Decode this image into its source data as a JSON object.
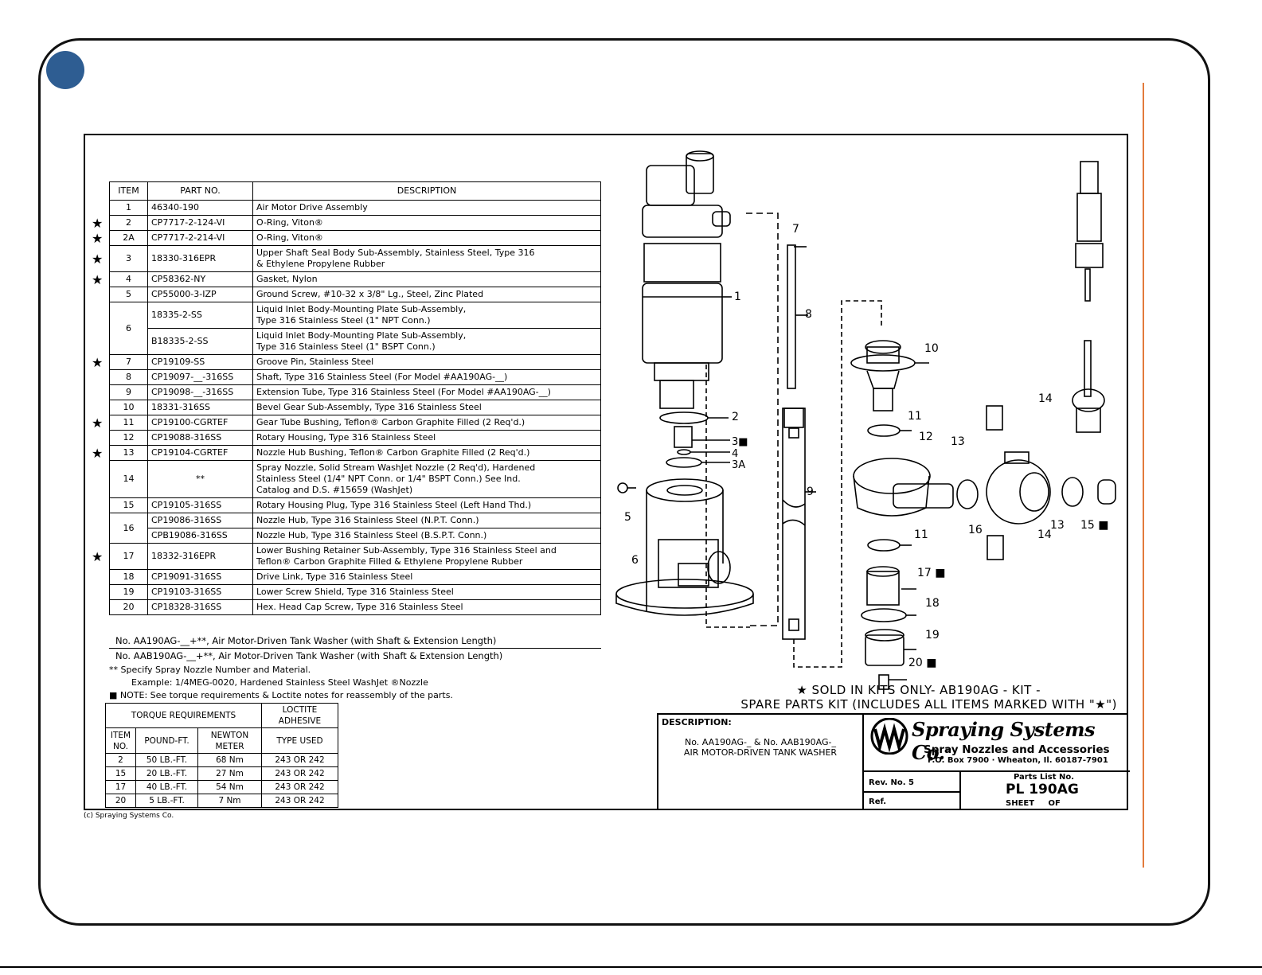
{
  "parts_list": {
    "headers": {
      "item": "ITEM",
      "part_no": "PART NO.",
      "description": "DESCRIPTION"
    },
    "rows": [
      {
        "item": "1",
        "part_no": "46340-190",
        "desc": "Air Motor Drive Assembly",
        "star": false
      },
      {
        "item": "2",
        "part_no": "CP7717-2-124-VI",
        "desc": "O-Ring, Viton®",
        "star": true
      },
      {
        "item": "2A",
        "part_no": "CP7717-2-214-VI",
        "desc": "O-Ring, Viton®",
        "star": true
      },
      {
        "item": "3",
        "part_no": "18330-316EPR",
        "desc": "Upper Shaft Seal Body Sub-Assembly, Stainless Steel, Type 316\n& Ethylene Propylene Rubber",
        "star": true
      },
      {
        "item": "4",
        "part_no": "CP58362-NY",
        "desc": "Gasket, Nylon",
        "star": true
      },
      {
        "item": "5",
        "part_no": "CP55000-3-IZP",
        "desc": "Ground Screw, #10-32 x 3/8\" Lg., Steel, Zinc Plated",
        "star": false
      },
      {
        "item": "6",
        "part_no": "18335-2-SS",
        "desc": "Liquid Inlet Body-Mounting Plate Sub-Assembly,\nType 316 Stainless Steel (1\" NPT Conn.)",
        "star": false
      },
      {
        "item": "",
        "part_no": "B18335-2-SS",
        "desc": "Liquid Inlet Body-Mounting Plate Sub-Assembly,\nType 316 Stainless Steel (1\" BSPT Conn.)",
        "star": false
      },
      {
        "item": "7",
        "part_no": "CP19109-SS",
        "desc": "Groove Pin, Stainless Steel",
        "star": true
      },
      {
        "item": "8",
        "part_no": "CP19097-__-316SS",
        "desc": "Shaft, Type 316 Stainless Steel (For Model #AA190AG-__)",
        "star": false
      },
      {
        "item": "9",
        "part_no": "CP19098-__-316SS",
        "desc": "Extension Tube, Type 316 Stainless Steel (For Model #AA190AG-__)",
        "star": false
      },
      {
        "item": "10",
        "part_no": "18331-316SS",
        "desc": "Bevel Gear Sub-Assembly, Type 316 Stainless Steel",
        "star": false
      },
      {
        "item": "11",
        "part_no": "CP19100-CGRTEF",
        "desc": "Gear Tube Bushing, Teflon® Carbon Graphite Filled (2 Req'd.)",
        "star": true
      },
      {
        "item": "12",
        "part_no": "CP19088-316SS",
        "desc": "Rotary Housing, Type 316 Stainless Steel",
        "star": false
      },
      {
        "item": "13",
        "part_no": "CP19104-CGRTEF",
        "desc": "Nozzle Hub Bushing, Teflon® Carbon Graphite Filled (2 Req'd.)",
        "star": true
      },
      {
        "item": "14",
        "part_no": "**",
        "desc": "Spray Nozzle, Solid Stream WashJet Nozzle (2 Req'd), Hardened\nStainless Steel (1/4\" NPT Conn. or 1/4\" BSPT Conn.) See Ind.\nCatalog and D.S. #15659 (WashJet)",
        "star": false
      },
      {
        "item": "15",
        "part_no": "CP19105-316SS",
        "desc": "Rotary Housing Plug, Type 316 Stainless Steel (Left Hand Thd.)",
        "star": false
      },
      {
        "item": "16",
        "part_no": "CP19086-316SS",
        "desc": "Nozzle Hub, Type 316 Stainless Steel (N.P.T. Conn.)",
        "star": false
      },
      {
        "item": "",
        "part_no": "CPB19086-316SS",
        "desc": "Nozzle Hub, Type 316 Stainless Steel (B.S.P.T. Conn.)",
        "star": false
      },
      {
        "item": "17",
        "part_no": "18332-316EPR",
        "desc": "Lower Bushing Retainer Sub-Assembly, Type 316 Stainless Steel and\nTeflon® Carbon Graphite Filled & Ethylene Propylene Rubber",
        "star": true
      },
      {
        "item": "18",
        "part_no": "CP19091-316SS",
        "desc": "Drive Link, Type 316 Stainless Steel",
        "star": false
      },
      {
        "item": "19",
        "part_no": "CP19103-316SS",
        "desc": "Lower Screw Shield, Type 316 Stainless Steel",
        "star": false
      },
      {
        "item": "20",
        "part_no": "CP18328-316SS",
        "desc": "Hex. Head Cap Screw, Type 316 Stainless Steel",
        "star": false
      }
    ],
    "star_symbol": "★"
  },
  "models": [
    "No. AA190AG-__+**, Air Motor-Driven Tank Washer (with Shaft & Extension Length)",
    "No. AAB190AG-__+**, Air Motor-Driven Tank Washer (with Shaft & Extension Length)"
  ],
  "notes": {
    "specify": "** Specify Spray Nozzle Number and Material.",
    "example": "Example: 1/4MEG-0020, Hardened Stainless Steel WashJet ®Nozzle",
    "torque_note": "■ NOTE: See torque requirements & Loctite notes for reassembly of the parts."
  },
  "torque_table": {
    "header_torque": "TORQUE REQUIREMENTS",
    "header_loctite": "LOCTITE ADHESIVE",
    "col_item": "ITEM NO.",
    "col_pound": "POUND-FT.",
    "col_newton": "NEWTON METER",
    "col_type": "TYPE USED",
    "rows": [
      {
        "item": "2",
        "pound": "50 LB.-FT.",
        "newton": "68 Nm",
        "type": "243 OR 242"
      },
      {
        "item": "15",
        "pound": "20 LB.-FT.",
        "newton": "27 Nm",
        "type": "243 OR 242"
      },
      {
        "item": "17",
        "pound": "40 LB.-FT.",
        "newton": "54 Nm",
        "type": "243 OR 242"
      },
      {
        "item": "20",
        "pound": "5 LB.-FT.",
        "newton": "7 Nm",
        "type": "243 OR 242"
      }
    ]
  },
  "copyright": "(c) Spraying Systems Co.",
  "kit": {
    "line1": "★ SOLD IN KITS ONLY- AB190AG - KIT -",
    "line2": "SPARE PARTS KIT (INCLUDES ALL ITEMS MARKED WITH \"★\")"
  },
  "title_block": {
    "desc_label": "DESCRIPTION:",
    "desc_line1": "No. AA190AG-_ & No. AAB190AG-_",
    "desc_line2": "AIR MOTOR-DRIVEN TANK WASHER",
    "company": "Spraying Systems Co.",
    "reg": "®",
    "tagline": "Spray Nozzles and Accessories",
    "address": "P.O. Box 7900 · Wheaton, Il. 60187-7901",
    "rev_label": "Rev. No. 5",
    "ref_label": "Ref.",
    "parts_list_label": "Parts List No.",
    "parts_list_no": "PL 190AG",
    "sheet_label": "SHEET     OF"
  },
  "callouts": {
    "c1": "1",
    "c2": "2",
    "c3": "3■",
    "c4": "4",
    "c3a": "3A",
    "c5": "5",
    "c6": "6",
    "c7": "7",
    "c8": "8",
    "c9": "9",
    "c10": "10",
    "c11a": "11",
    "c11b": "11",
    "c12": "12",
    "c13a": "13",
    "c13b": "13",
    "c14a": "14",
    "c14b": "14",
    "c15": "15 ■",
    "c16": "16",
    "c17": "17 ■",
    "c18": "18",
    "c19": "19",
    "c20": "20 ■"
  },
  "logo_text": "SPRAYING SYSTEMS CO."
}
